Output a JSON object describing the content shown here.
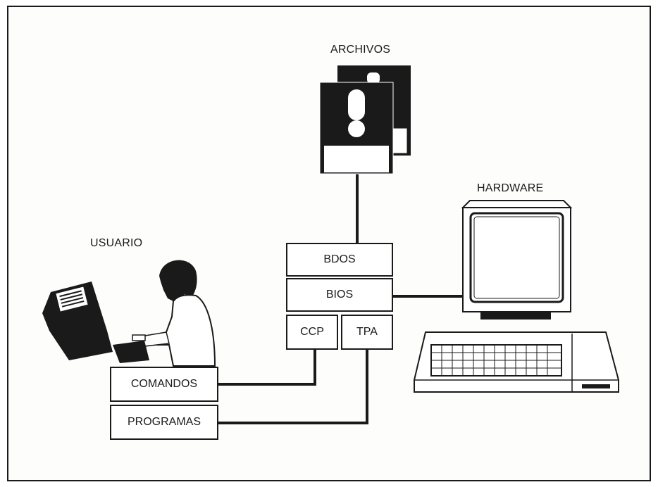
{
  "labels": {
    "archivos": "ARCHIVOS",
    "hardware": "HARDWARE",
    "usuario": "USUARIO"
  },
  "os_layers": {
    "bdos": "BDOS",
    "bios": "BIOS",
    "ccp": "CCP",
    "tpa": "TPA"
  },
  "user_boxes": {
    "comandos": "COMANDOS",
    "programas": "PROGRAMAS"
  },
  "icons": [
    "floppy-disk-icon",
    "computer-monitor-icon",
    "keyboard-icon",
    "user-person-icon",
    "printer-icon"
  ],
  "colors": {
    "ink": "#1a1a1a",
    "paper": "#ffffff"
  }
}
